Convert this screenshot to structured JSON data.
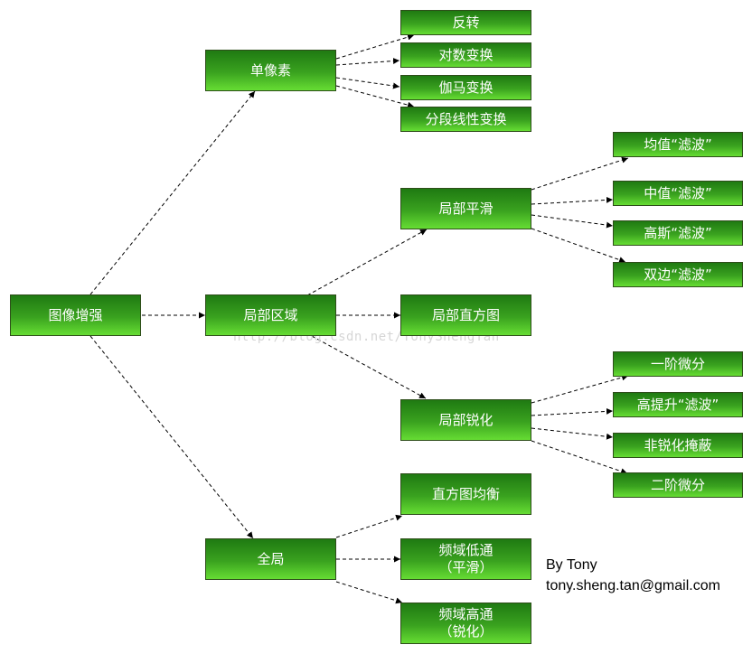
{
  "nodes": {
    "root": "图像增强",
    "pixel": "单像素",
    "invert": "反转",
    "log": "对数变换",
    "gamma": "伽马变换",
    "piecewise": "分段线性变换",
    "local": "局部区域",
    "smooth": "局部平滑",
    "mean": "均值“滤波”",
    "median": "中值“滤波”",
    "gauss": "高斯“滤波”",
    "bilateral": "双边“滤波”",
    "hist_local": "局部直方图",
    "sharpen": "局部锐化",
    "d1": "一阶微分",
    "highboost": "高提升“滤波”",
    "unsharp": "非锐化掩蔽",
    "d2": "二阶微分",
    "global": "全局",
    "histeq": "直方图均衡",
    "freq_low": "频域低通\n（平滑）",
    "freq_high": "频域高通\n（锐化）"
  },
  "watermark": "http://blog.csdn.net/TonyShengTan",
  "credit": {
    "line1": "By Tony",
    "line2": "tony.sheng.tan@gmail.com"
  }
}
